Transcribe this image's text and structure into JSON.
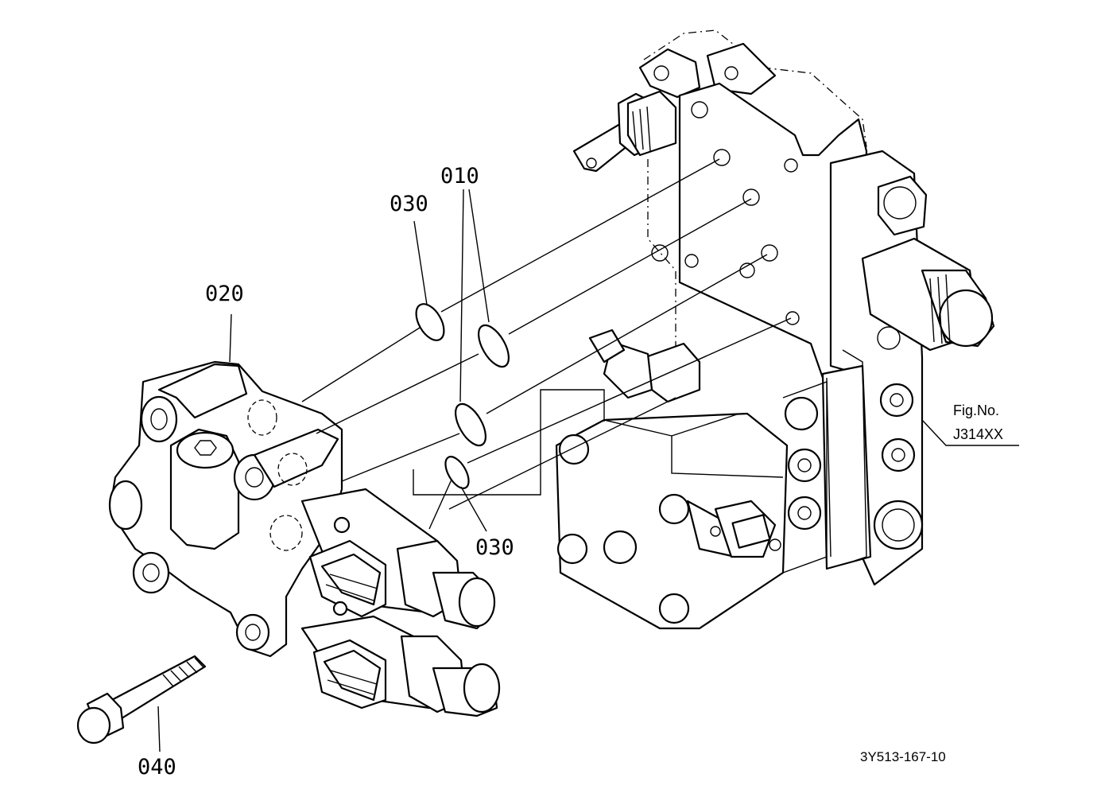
{
  "callouts": [
    {
      "id": "o-ring-upper",
      "text": "010"
    },
    {
      "id": "solenoid-valve",
      "text": "020"
    },
    {
      "id": "o-ring-left",
      "text": "030"
    },
    {
      "id": "o-ring-lower",
      "text": "030"
    },
    {
      "id": "bolt",
      "text": "040"
    }
  ],
  "figure_reference": {
    "line1": "Fig.No.",
    "line2": "J314XX"
  },
  "drawing_code": "3Y513-167-10"
}
